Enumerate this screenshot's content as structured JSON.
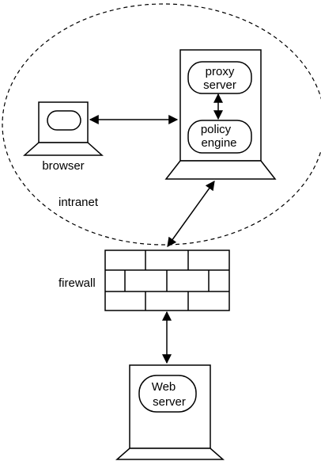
{
  "diagram": {
    "nodes": {
      "browser": {
        "label": "browser"
      },
      "proxy_server": {
        "label_line1": "proxy",
        "label_line2": "server"
      },
      "policy_engine": {
        "label_line1": "policy",
        "label_line2": "engine"
      },
      "web_server": {
        "label_line1": "Web",
        "label_line2": "server"
      }
    },
    "regions": {
      "intranet": {
        "label": "intranet"
      },
      "firewall": {
        "label": "firewall"
      }
    },
    "edges": [
      {
        "from": "browser",
        "to": "proxy_server",
        "bidirectional": true
      },
      {
        "from": "proxy_server",
        "to": "policy_engine",
        "bidirectional": true
      },
      {
        "from": "proxy_server",
        "to": "firewall",
        "bidirectional": true
      },
      {
        "from": "firewall",
        "to": "web_server",
        "bidirectional": true
      }
    ]
  }
}
